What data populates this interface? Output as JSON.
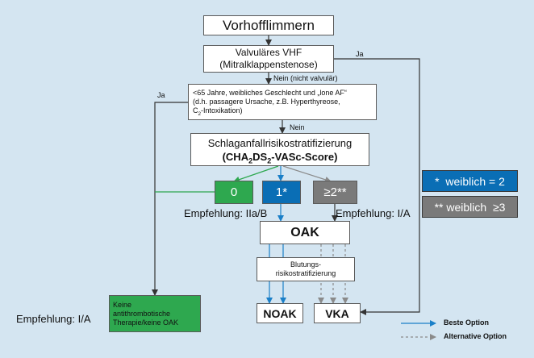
{
  "nodes": {
    "vhf": "Vorhofflimmern",
    "valv_line1": "Valvuläres VHF",
    "valv_line2": "(Mitralklappenstenose)",
    "crit_line1": "<65 Jahre, weibliches Geschlecht und „lone AF“",
    "crit_line2": "(d.h. passagere Ursache, z.B. Hyperthyreose,",
    "crit_line3_pre": "C",
    "crit_line3_sub": "2",
    "crit_line3_post": "-Intoxikation)",
    "risk_line1": "Schlaganfallrisikostratifizierung",
    "risk_line2_a": "(CHA",
    "risk_line2_sub1": "2",
    "risk_line2_b": "DS",
    "risk_line2_sub2": "2",
    "risk_line2_c": "-VASc-Score)",
    "score0": "0",
    "score1": "1*",
    "score2": "≥2**",
    "oak": "OAK",
    "bleed_line1": "Blutungs-",
    "bleed_line2": "risikostratifizierung",
    "noak": "NOAK",
    "vka": "VKA",
    "none_line1": "Keine",
    "none_line2": "antithrombotische",
    "none_line3": "Therapie/keine OAK"
  },
  "edge_labels": {
    "ja_top": "Ja",
    "ja_left": "Ja",
    "nein_nicht_valvular": "Nein (nicht valvulär)",
    "nein": "Nein"
  },
  "recommendations": {
    "score1": "Empfehlung: IIa/B",
    "score2": "Empfehlung: I/A",
    "none": "Empfehlung: I/A"
  },
  "legend": {
    "female_1": "*  weiblich = 2",
    "female_2": "** weiblich  ≥3",
    "best_option": "Beste Option",
    "alternative_option": "Alternative Option"
  },
  "colors": {
    "background": "#d4e5f1",
    "green": "#2ea84f",
    "blue": "#0a6eb5",
    "gray": "#7a7a7a",
    "best_arrow": "#1a7fc8",
    "alt_arrow": "#8a8a8a"
  }
}
